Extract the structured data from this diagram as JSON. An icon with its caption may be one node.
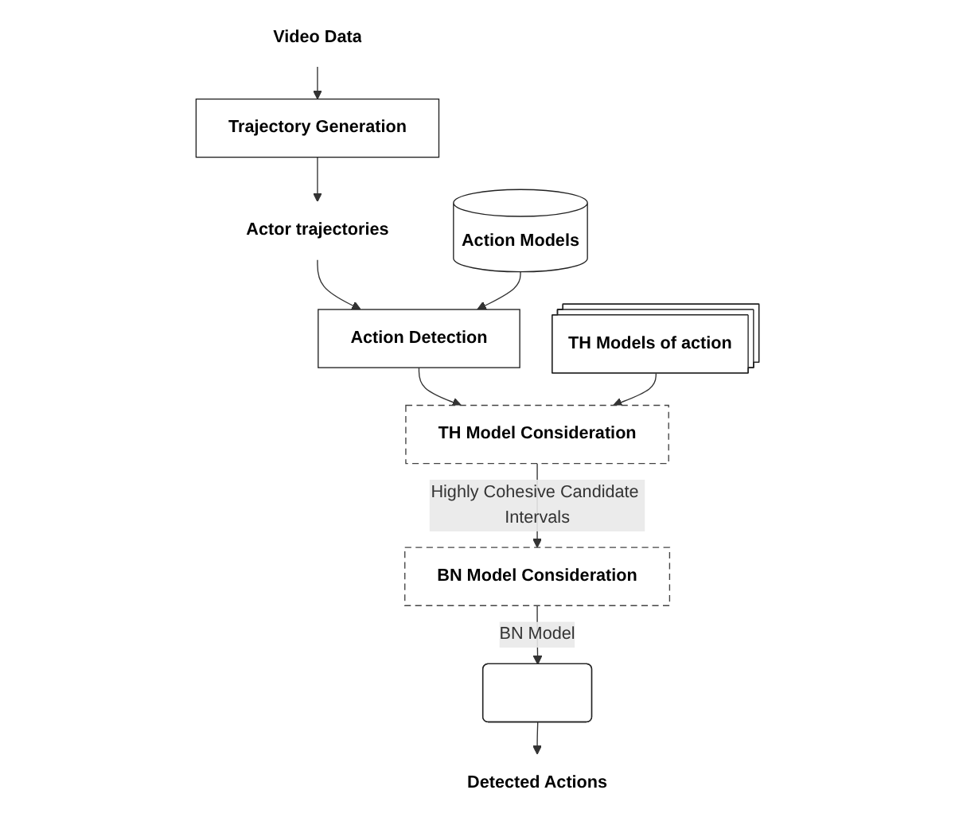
{
  "diagram": {
    "nodes": [
      {
        "text": [
          "Video Data"
        ]
      },
      {
        "text": [
          "Trajectory Generation"
        ]
      },
      {
        "text": [
          "Actor trajectories"
        ]
      },
      {
        "text": [
          "Action Detection"
        ]
      },
      {
        "text": [
          "Action Models"
        ]
      },
      {
        "text": [
          "TH Model Consideration"
        ]
      },
      {
        "text": [
          "TH Models of action"
        ]
      },
      {
        "text": [
          "BN Model Consideration"
        ]
      },
      {
        "text": [],
        "shape": "box"
      },
      {
        "text": [
          "Detected Actions"
        ]
      }
    ],
    "edges": [
      {
        "from": 0,
        "to": 1,
        "arrow": "to"
      },
      {
        "from": 1,
        "to": 2,
        "arrow": "to"
      },
      {
        "from": 2,
        "to": 3,
        "arrow": "to"
      },
      {
        "from": 4,
        "to": 3,
        "arrow": "to"
      },
      {
        "from": 3,
        "to": 5,
        "arrow": "to"
      },
      {
        "from": 6,
        "to": 5,
        "arrow": "to"
      },
      {
        "from": 5,
        "to": 7,
        "label": "Highly Cohesive Candidate Intervals",
        "arrow": "to"
      },
      {
        "from": 7,
        "to": 8,
        "label": "BN Model",
        "arrow": "to"
      },
      {
        "from": 8,
        "to": 9,
        "arrow": "to"
      }
    ]
  }
}
